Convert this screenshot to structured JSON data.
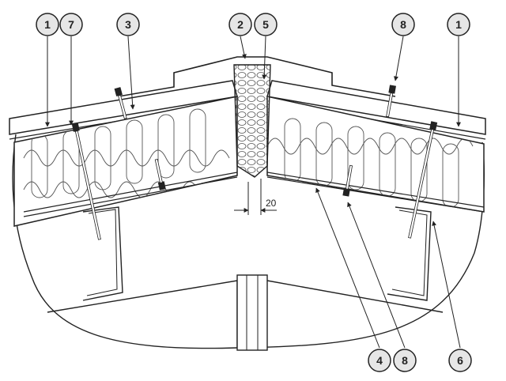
{
  "callouts": {
    "c1_left": "1",
    "c7": "7",
    "c3": "3",
    "c2": "2",
    "c5": "5",
    "c8_top": "8",
    "c1_right": "1",
    "c4": "4",
    "c8_bottom": "8",
    "c6": "6"
  },
  "dimension": {
    "gap": "20"
  }
}
